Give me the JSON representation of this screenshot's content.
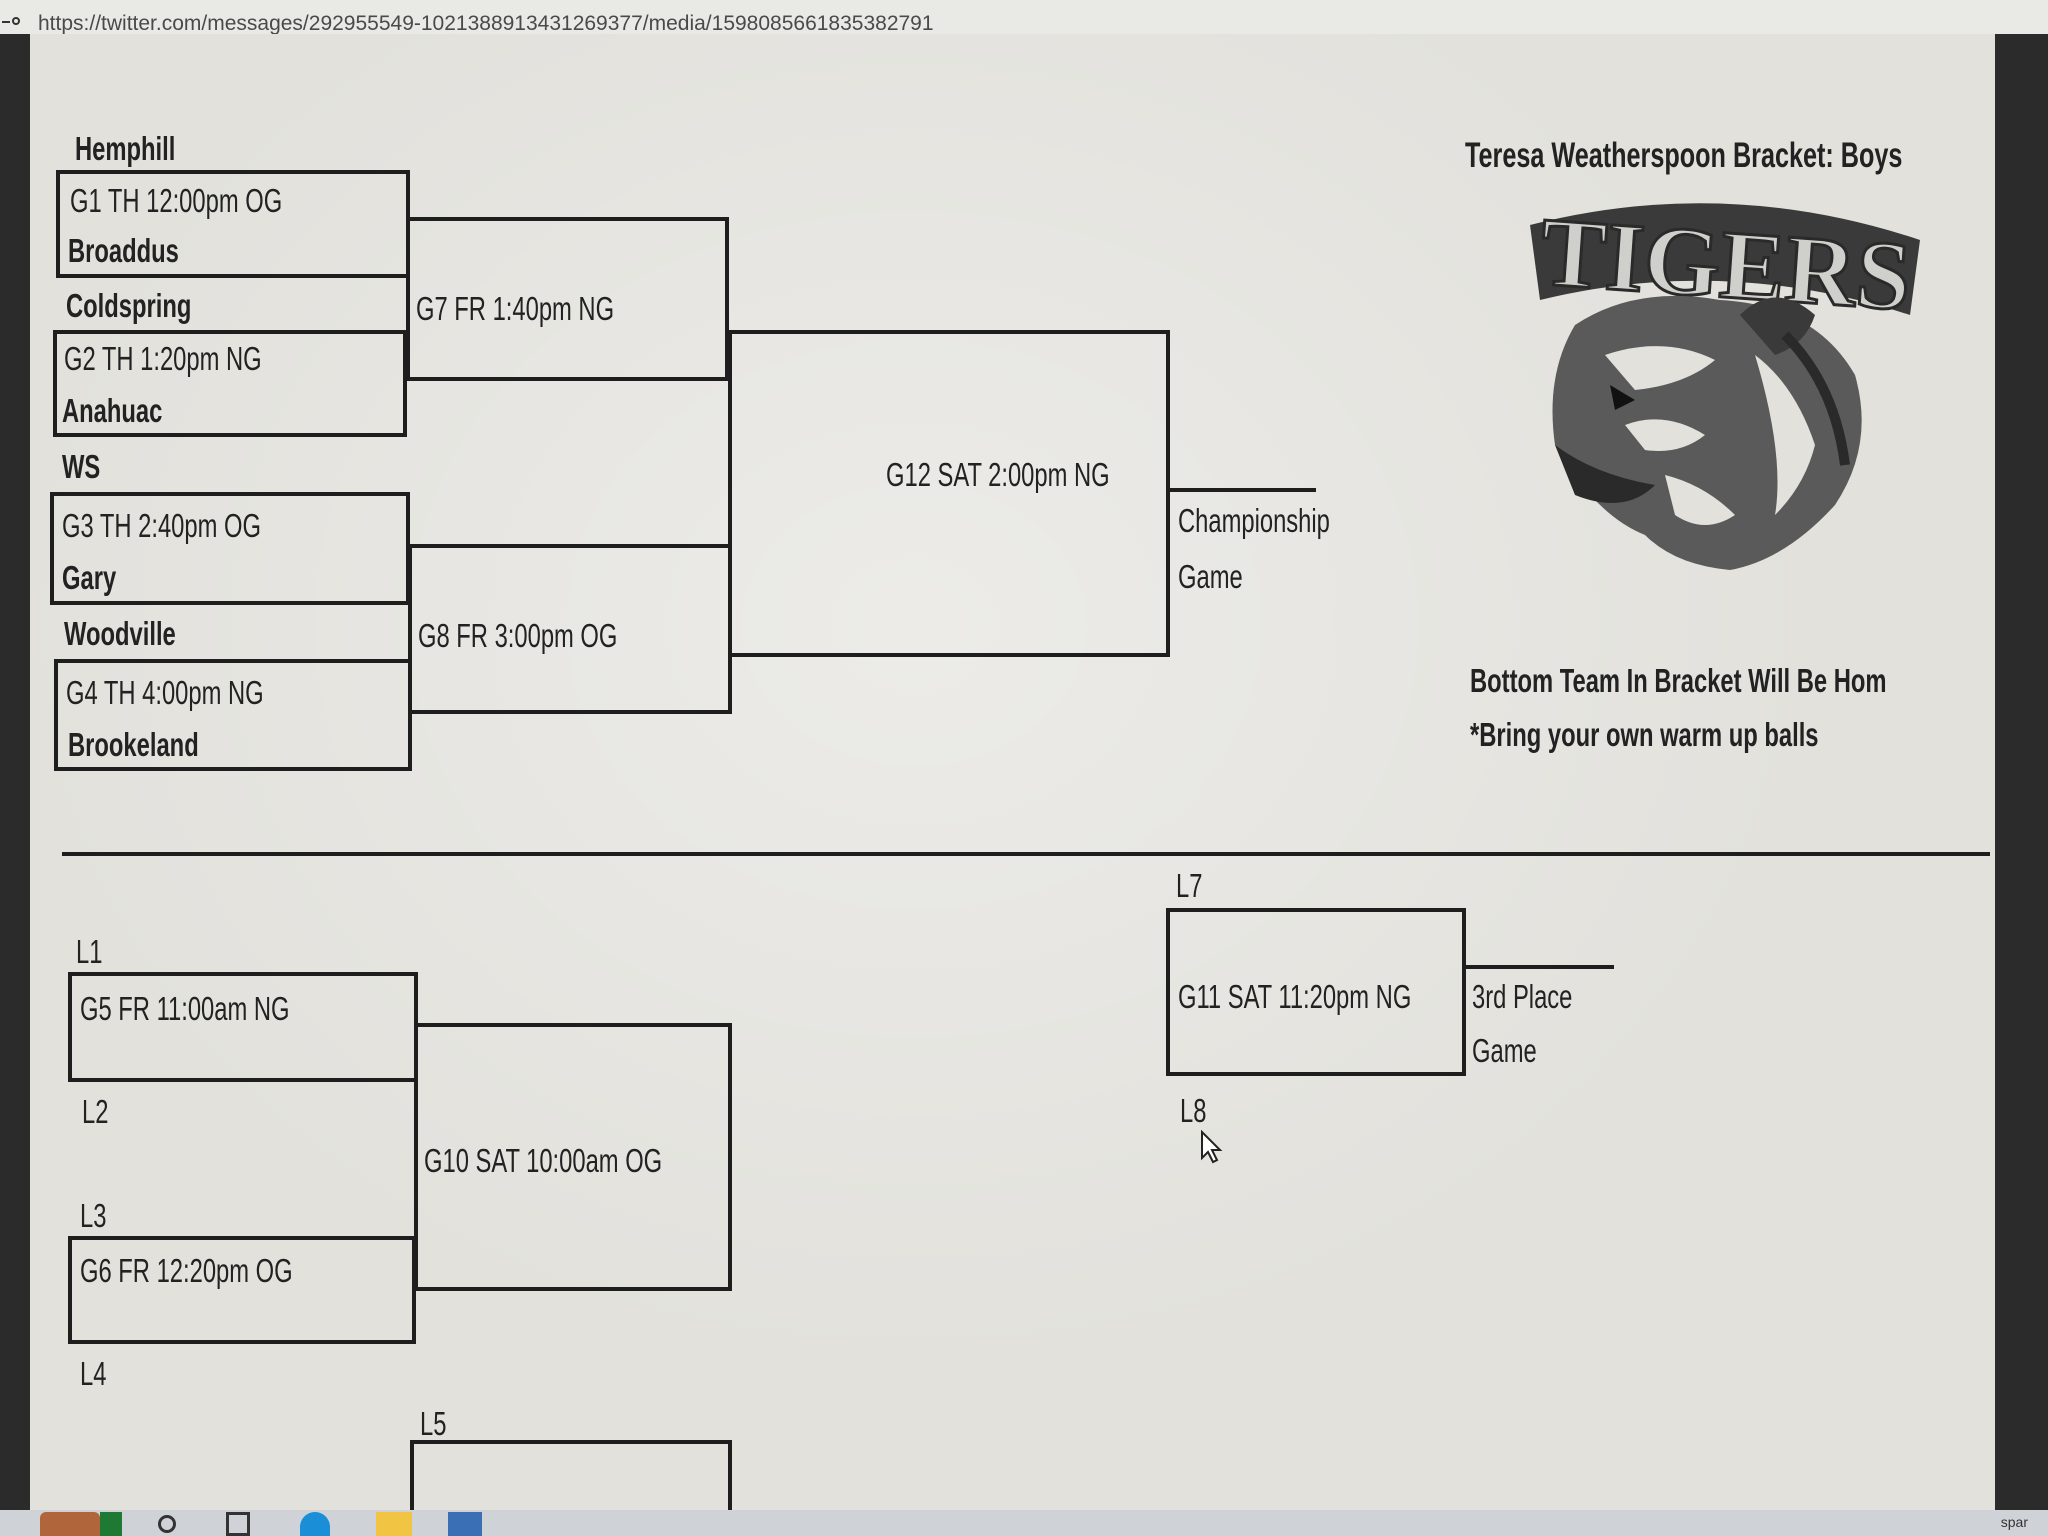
{
  "browser": {
    "url": "https://twitter.com/messages/292955549-1021388913431269377/media/1598085661835382791"
  },
  "bracket": {
    "title": "Teresa Weatherspoon Bracket: Boys",
    "logo_text": "TIGERS",
    "notes": [
      "Bottom Team In Bracket Will Be Hom",
      "*Bring your own warm up balls"
    ],
    "teams": [
      "Hemphill",
      "Broaddus",
      "Coldspring",
      "Anahuac",
      "WS",
      "Gary",
      "Woodville",
      "Brookeland"
    ],
    "games": {
      "g1": "G1 TH 12:00pm OG",
      "g2": "G2 TH 1:20pm NG",
      "g3": "G3 TH 2:40pm OG",
      "g4": "G4 TH 4:00pm NG",
      "g5": "G5 FR 11:00am NG",
      "g6": "G6 FR 12:20pm OG",
      "g7": "G7 FR 1:40pm NG",
      "g8": "G8 FR 3:00pm OG",
      "g10": "G10 SAT 10:00am OG",
      "g11": "G11 SAT 11:20pm NG",
      "g12": "G12 SAT 2:00pm NG"
    },
    "championship": [
      "Championship",
      "Game"
    ],
    "third_place": [
      "3rd Place",
      "Game"
    ],
    "losers": [
      "L1",
      "L2",
      "L3",
      "L4",
      "L5",
      "L7",
      "L8"
    ]
  },
  "taskbar": {
    "tray_text": "spar"
  },
  "icons": [
    "link-icon",
    "tiger-logo",
    "search-icon",
    "task-view-icon",
    "edge-icon",
    "folder-icon",
    "store-icon",
    "cursor-icon"
  ]
}
